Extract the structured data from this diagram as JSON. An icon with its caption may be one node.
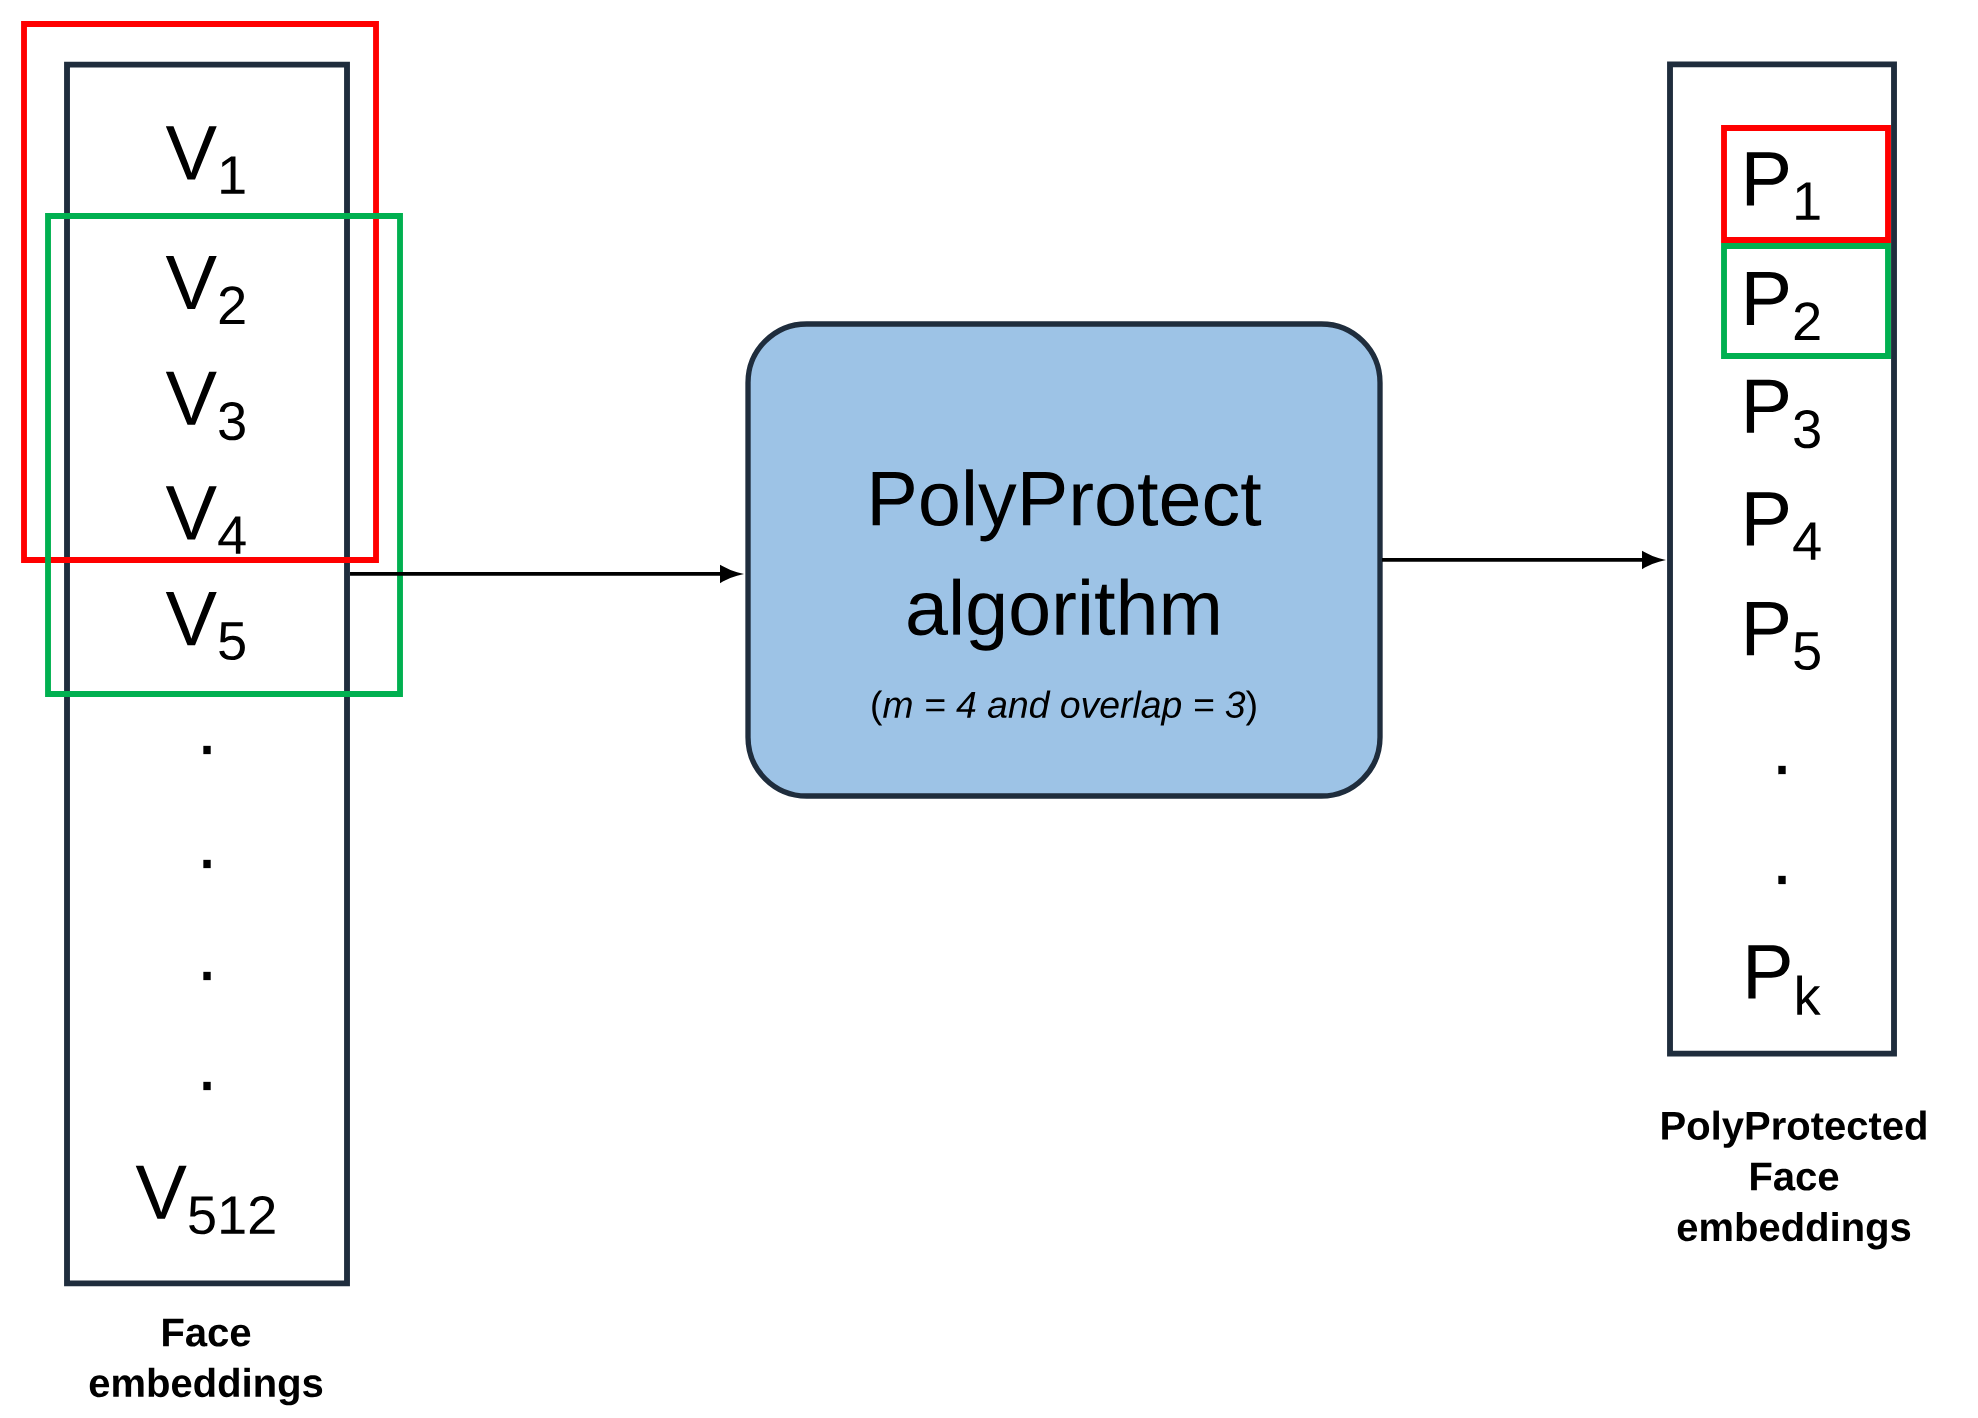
{
  "diagram": {
    "nodes": [
      {
        "text": [
          "V$_{1}$",
          "V$_{2}$",
          "V$_{3}$",
          "V$_{4}$",
          "V$_{5}$",
          ".",
          ".",
          ".",
          ".",
          "V$_{512}$"
        ],
        "beside": [
          "Face embeddings"
        ]
      },
      {
        "text": [
          "PolyProtect algorithm",
          "(*m = 4 and overlap = 3*)"
        ]
      },
      {
        "text": [
          "P$_{1}$",
          "P$_{2}$",
          "P$_{3}$",
          "P$_{4}$",
          "P$_{5}$",
          ".",
          ".",
          "P$_{k}$"
        ],
        "beside": [
          "PolyProtected Face embeddings"
        ]
      }
    ],
    "edges": [
      {
        "from": 0,
        "to": 1,
        "arrow": "to"
      },
      {
        "from": 1,
        "to": 2,
        "arrow": "to"
      }
    ]
  }
}
